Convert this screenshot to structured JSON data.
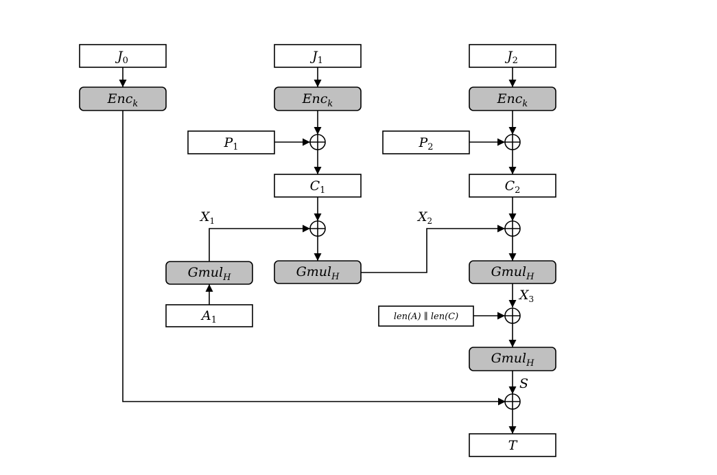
{
  "blocks": {
    "j0": {
      "main": "J",
      "sub": "0"
    },
    "j1": {
      "main": "J",
      "sub": "1"
    },
    "j2": {
      "main": "J",
      "sub": "2"
    },
    "enc0": {
      "main": "Enc",
      "sub": "k"
    },
    "enc1": {
      "main": "Enc",
      "sub": "k"
    },
    "enc2": {
      "main": "Enc",
      "sub": "k"
    },
    "p1": {
      "main": "P",
      "sub": "1"
    },
    "p2": {
      "main": "P",
      "sub": "2"
    },
    "c1": {
      "main": "C",
      "sub": "1"
    },
    "c2": {
      "main": "C",
      "sub": "2"
    },
    "a1": {
      "main": "A",
      "sub": "1"
    },
    "gmul_a": {
      "main": "Gmul",
      "sub": "H"
    },
    "gmul_c1": {
      "main": "Gmul",
      "sub": "H"
    },
    "gmul_c2": {
      "main": "Gmul",
      "sub": "H"
    },
    "gmul_len": {
      "main": "Gmul",
      "sub": "H"
    },
    "len": {
      "main": "len(A) ∥ len(C)"
    },
    "t": {
      "main": "T"
    }
  },
  "edge_labels": {
    "x1": {
      "main": "X",
      "sub": "1"
    },
    "x2": {
      "main": "X",
      "sub": "2"
    },
    "x3": {
      "main": "X",
      "sub": "3"
    },
    "s": {
      "main": "S"
    }
  }
}
